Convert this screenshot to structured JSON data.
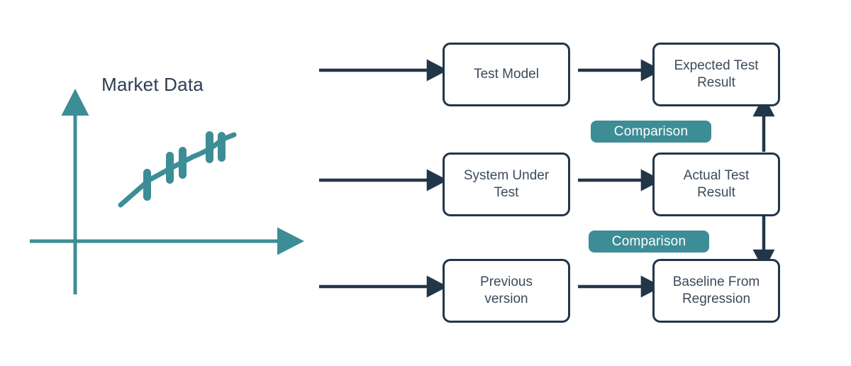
{
  "diagram": {
    "title_label": "Market Data",
    "colors": {
      "teal": "#3d8d96",
      "navy": "#22364a",
      "node_text": "#3c4a5a",
      "background": "#ffffff"
    },
    "illustration": {
      "name": "market-data-candlestick-chart",
      "axis_color": "#3d8d96",
      "series_color": "#3d8d96"
    },
    "nodes": [
      {
        "id": "test-model",
        "label": "Test Model"
      },
      {
        "id": "expected-test-result",
        "label": "Expected Test\nResult",
        "line1": "Expected Test",
        "line2": "Result"
      },
      {
        "id": "system-under-test",
        "label": "System Under\nTest",
        "line1": "System Under",
        "line2": "Test"
      },
      {
        "id": "actual-test-result",
        "label": "Actual Test\nResult",
        "line1": "Actual Test",
        "line2": "Result"
      },
      {
        "id": "previous-version",
        "label": "Previous\nversion",
        "line1": "Previous",
        "line2": "version"
      },
      {
        "id": "baseline-from-regression",
        "label": "Baseline From\nRegression",
        "line1": "Baseline From",
        "line2": "Regression"
      }
    ],
    "badges": [
      {
        "id": "comparison-top",
        "label": "Comparison"
      },
      {
        "id": "comparison-bottom",
        "label": "Comparison"
      }
    ],
    "connections": [
      {
        "from": "market-data",
        "to": "test-model",
        "direction": "right"
      },
      {
        "from": "test-model",
        "to": "expected-test-result",
        "direction": "right"
      },
      {
        "from": "market-data",
        "to": "system-under-test",
        "direction": "right"
      },
      {
        "from": "system-under-test",
        "to": "actual-test-result",
        "direction": "right"
      },
      {
        "from": "market-data",
        "to": "previous-version",
        "direction": "right"
      },
      {
        "from": "previous-version",
        "to": "baseline-from-regression",
        "direction": "right"
      },
      {
        "from": "actual-test-result",
        "to": "expected-test-result",
        "direction": "up",
        "label": "Comparison"
      },
      {
        "from": "actual-test-result",
        "to": "baseline-from-regression",
        "direction": "down",
        "label": "Comparison"
      }
    ]
  }
}
